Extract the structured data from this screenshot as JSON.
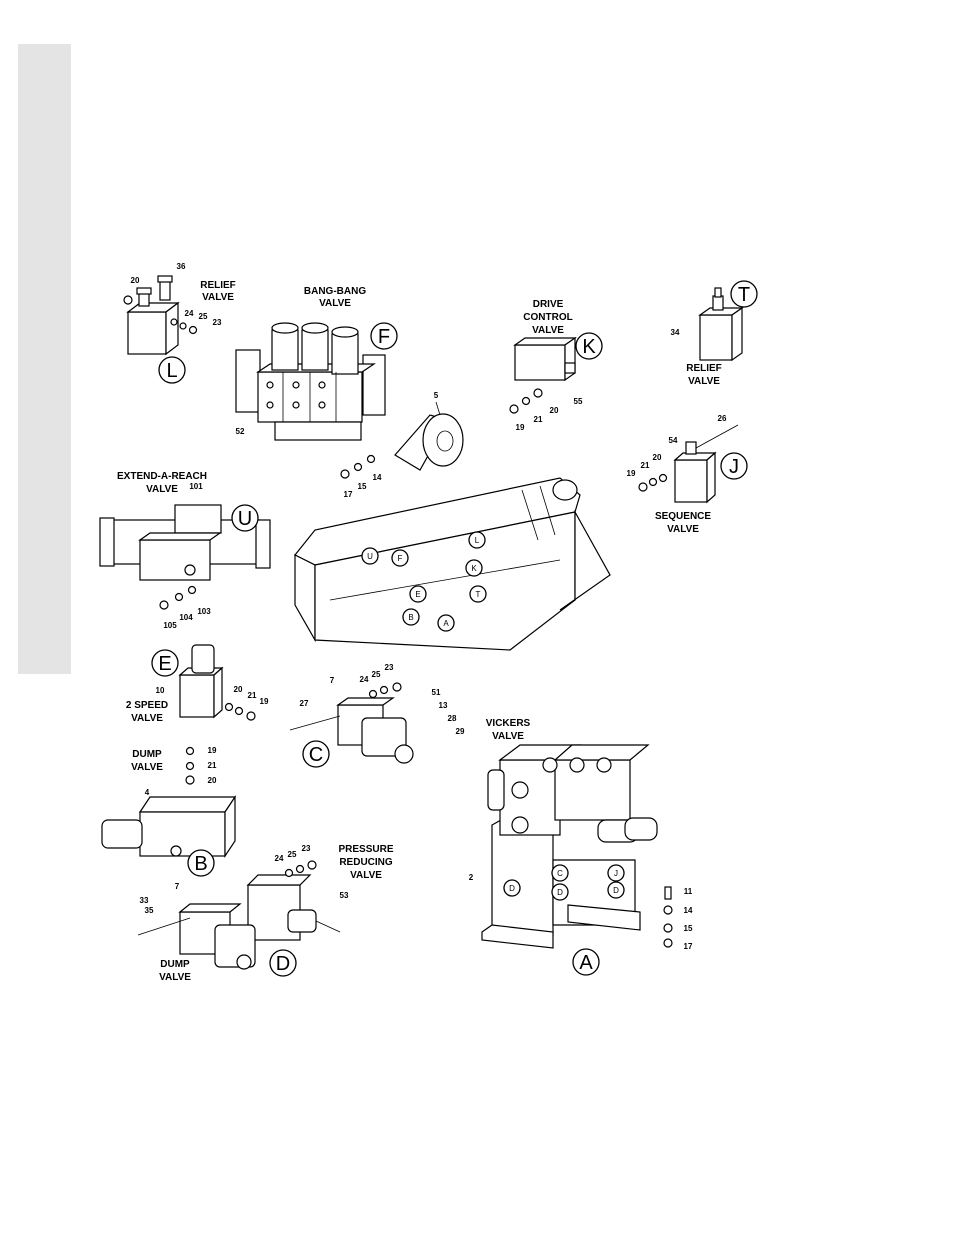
{
  "components": [
    {
      "letter": "L",
      "lines": [
        "RELIEF",
        "VALVE"
      ],
      "parts": [
        "20",
        "36",
        "24",
        "25",
        "23"
      ]
    },
    {
      "letter": "F",
      "lines": [
        "BANG-BANG",
        "VALVE"
      ],
      "parts": [
        "52",
        "5",
        "17",
        "15",
        "14"
      ]
    },
    {
      "letter": "K",
      "lines": [
        "DRIVE",
        "CONTROL",
        "VALVE"
      ],
      "parts": [
        "19",
        "21",
        "20",
        "55"
      ]
    },
    {
      "letter": "T",
      "lines": [
        "RELIEF",
        "VALVE"
      ],
      "parts": [
        "34"
      ]
    },
    {
      "letter": "J",
      "lines": [
        "SEQUENCE",
        "VALVE"
      ],
      "parts": [
        "26",
        "54",
        "19",
        "21",
        "20"
      ]
    },
    {
      "letter": "U",
      "lines": [
        "EXTEND-A-REACH",
        "VALVE"
      ],
      "parts": [
        "101",
        "105",
        "104",
        "103"
      ]
    },
    {
      "letter": "E",
      "lines": [
        "2 SPEED",
        "VALVE"
      ],
      "parts": [
        "10",
        "20",
        "21",
        "19"
      ]
    },
    {
      "letter": "C",
      "lines": [],
      "parts": [
        "7",
        "27",
        "24",
        "25",
        "23"
      ]
    },
    {
      "letter": "B",
      "lines": [
        "DUMP",
        "VALVE"
      ],
      "parts": [
        "19",
        "21",
        "20",
        "4"
      ]
    },
    {
      "letter": "A",
      "lines": [
        "VICKERS",
        "VALVE"
      ],
      "parts": [
        "51",
        "13",
        "28",
        "29",
        "2",
        "11",
        "14",
        "15",
        "17"
      ]
    },
    {
      "letter": "D",
      "lines": [
        "PRESSURE",
        "REDUCING",
        "VALVE"
      ],
      "parts": [
        "24",
        "25",
        "23",
        "7",
        "53",
        "33",
        "35"
      ],
      "sub_lines": [
        "DUMP",
        "VALVE"
      ]
    }
  ],
  "frame_markers": [
    "U",
    "F",
    "L",
    "K",
    "E",
    "T",
    "B",
    "A"
  ],
  "vickers_markers": [
    "D",
    "C",
    "D",
    "J",
    "D"
  ]
}
